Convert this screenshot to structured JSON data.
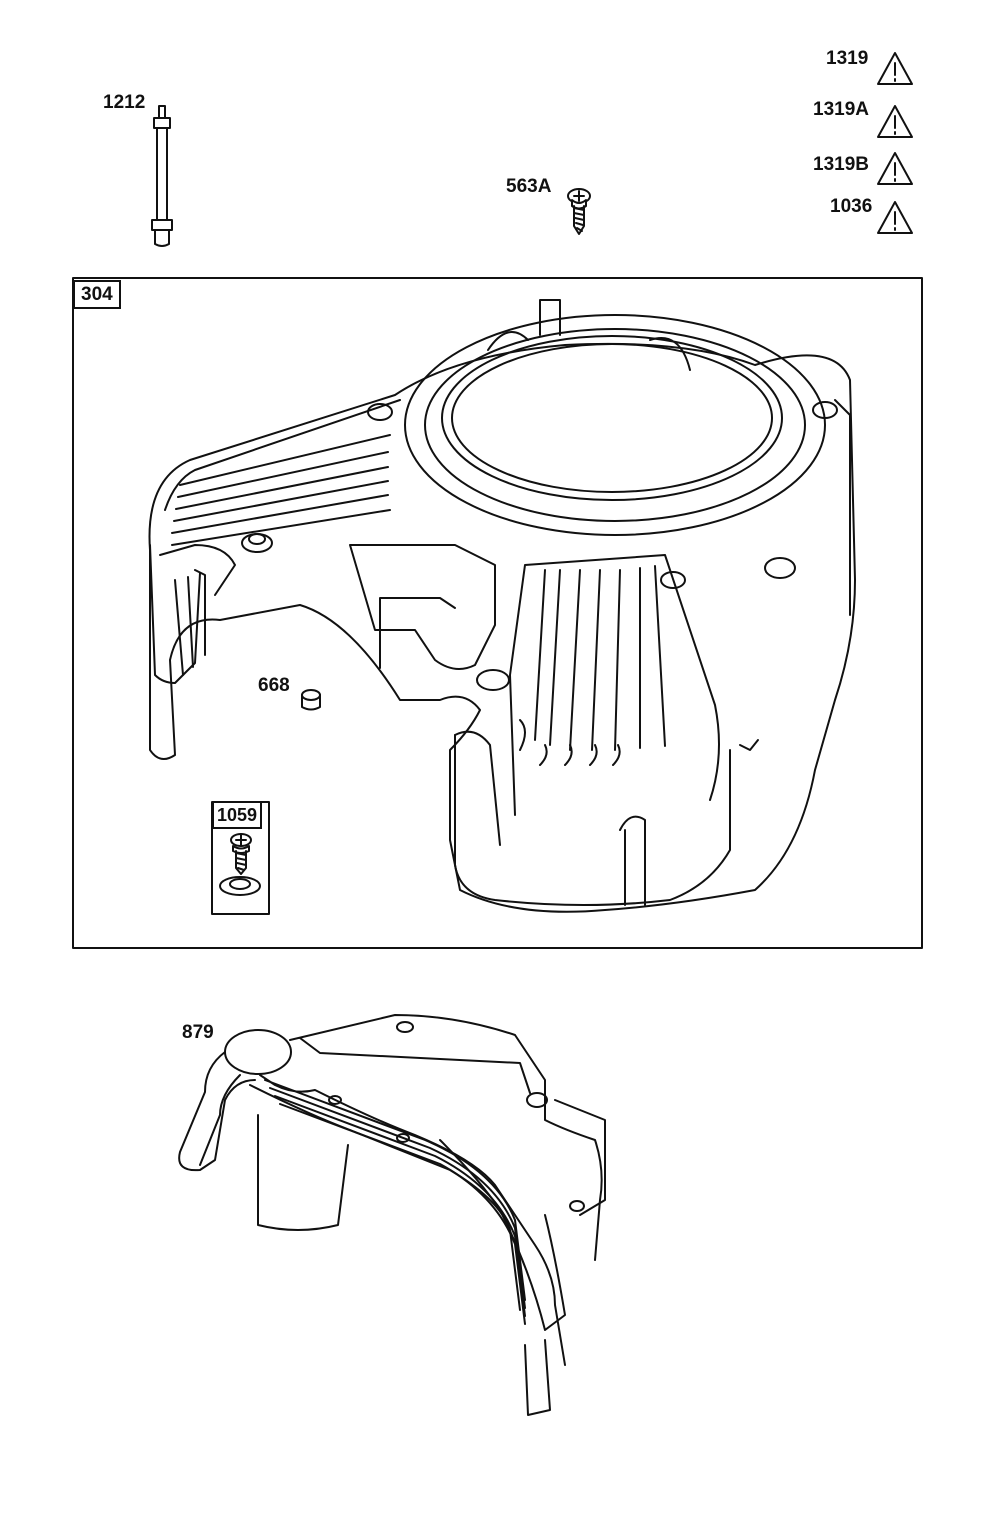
{
  "labels": {
    "p1212": "1212",
    "p563a": "563A",
    "p304": "304",
    "p668": "668",
    "p1059": "1059",
    "p879": "879"
  },
  "warnings": [
    {
      "label": "1319",
      "icon": "warning-triangle-icon"
    },
    {
      "label": "1319A",
      "icon": "warning-triangle-icon"
    },
    {
      "label": "1319B",
      "icon": "warning-triangle-icon"
    },
    {
      "label": "1036",
      "icon": "warning-triangle-icon"
    }
  ],
  "colors": {
    "line": "#111111",
    "background": "#ffffff"
  }
}
